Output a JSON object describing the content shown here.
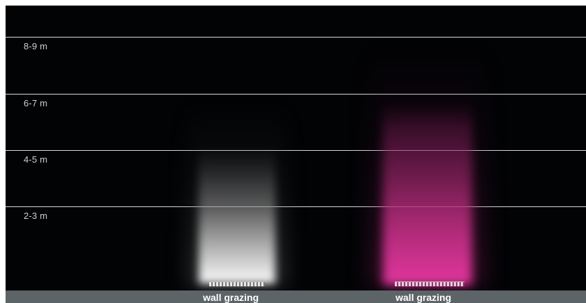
{
  "height_labels": [
    "8-9 m",
    "6-7 m",
    "4-5 m",
    "2-3 m"
  ],
  "captions": [
    "wall grazing",
    "wall grazing"
  ],
  "beam_colors": {
    "white": "#ffffff",
    "pink": "#e0379e"
  },
  "background_color": "#020305",
  "floor_color": "#5d6467"
}
